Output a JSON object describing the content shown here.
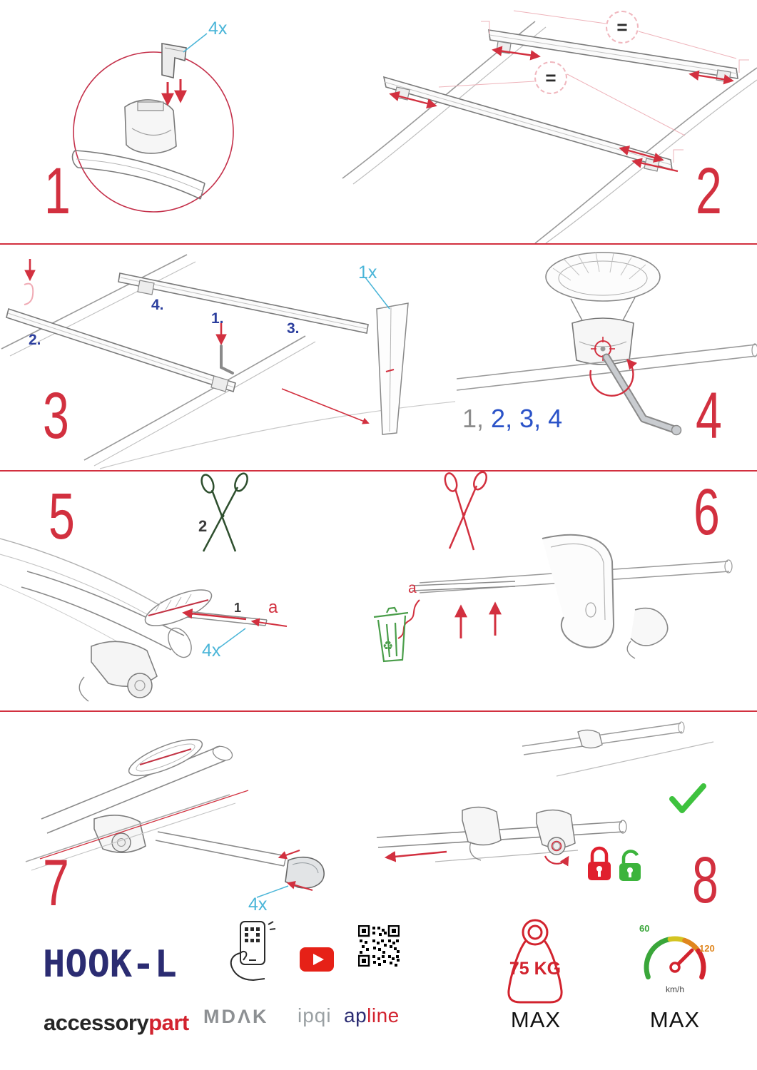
{
  "doc": {
    "type": "installation-instructions"
  },
  "colors": {
    "red": "#d2303f",
    "blue": "#4ab5d8",
    "navy": "#2b2c72",
    "green": "#3cb43c"
  },
  "steps": {
    "s1": {
      "number": "1",
      "qty": "4x"
    },
    "s2": {
      "number": "2",
      "equal": "="
    },
    "s3": {
      "number": "3",
      "qty": "1x",
      "subs": [
        "1.",
        "2.",
        "3.",
        "4."
      ]
    },
    "s4": {
      "number": "4",
      "seq_done": "1,",
      "seq_todo": "2, 3, 4"
    },
    "s5": {
      "number": "5",
      "qty": "4x",
      "cut": "2",
      "pull": "1",
      "strip": "a"
    },
    "s6": {
      "number": "6",
      "strip": "a",
      "recycle_icon": "♻"
    },
    "s7": {
      "number": "7",
      "qty": "4x"
    },
    "s8": {
      "number": "8"
    }
  },
  "footer": {
    "product": "HOOK-L",
    "brand_main": "accessory",
    "brand_accent": "part",
    "logo_mdak": "MDΛK",
    "logo_ipqi": "ipqi",
    "logo_ap": "ap",
    "logo_line": "line",
    "weight_value": "75 KG",
    "weight_max": "MAX",
    "speed_low": "60",
    "speed_high": "120",
    "speed_unit": "km/h",
    "speed_max": "MAX"
  }
}
